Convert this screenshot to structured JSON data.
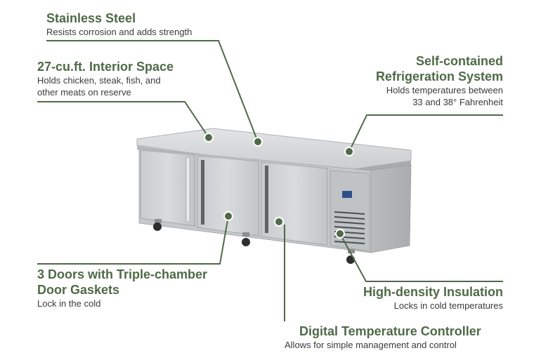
{
  "accent_color": "#4f6a47",
  "product": {
    "control_panel_icon": "digital-display-icon"
  },
  "callouts": {
    "stainless_steel": {
      "title": "Stainless Steel",
      "desc": "Resists corrosion and adds strength"
    },
    "interior_space": {
      "title": "27-cu.ft. Interior Space",
      "desc_1": "Holds chicken, steak, fish, and",
      "desc_2": "other meats on reserve"
    },
    "refrigeration": {
      "title_1": "Self-contained",
      "title_2": "Refrigeration System",
      "desc_1": "Holds temperatures between",
      "desc_2": "33 and 38° Fahrenheit"
    },
    "doors": {
      "title_1": "3 Doors with Triple-chamber",
      "title_2": "Door Gaskets",
      "desc": "Lock in the cold"
    },
    "insulation": {
      "title": "High-density Insulation",
      "desc": "Locks in cold temperatures"
    },
    "controller": {
      "title": "Digital Temperature Controller",
      "desc": "Allows for simple management and control"
    }
  }
}
